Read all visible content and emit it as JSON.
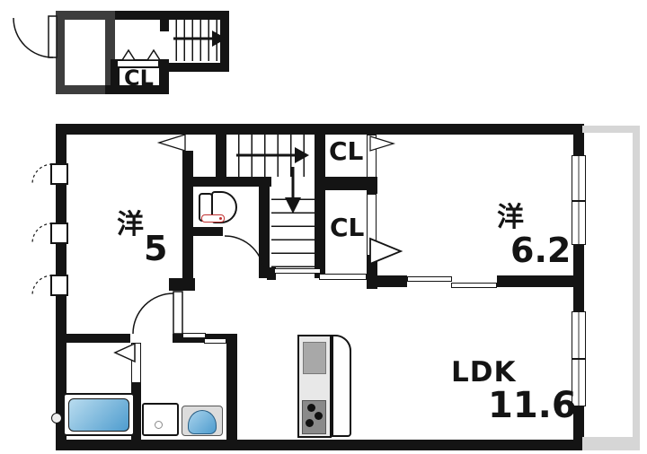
{
  "plan": {
    "type": "apartment-floor-plan",
    "upper_section": {
      "closet_label": "CL"
    },
    "main_section": {
      "room_west_5": {
        "name": "洋",
        "size": "5"
      },
      "room_west_62": {
        "name": "洋",
        "size": "6.2"
      },
      "ldk": {
        "name": "LDK",
        "size": "11.6"
      },
      "closet_top_label": "CL",
      "closet_bottom_label": "CL"
    },
    "colors": {
      "wall": "#141414",
      "upper_unit_wall_gray": "#3d3d3d",
      "balcony_gray": "#d6d6d6",
      "water_blue": "#4e9cce",
      "fixture_gray": "#8a8a8a",
      "toilet_accent_red": "#c03030"
    }
  }
}
